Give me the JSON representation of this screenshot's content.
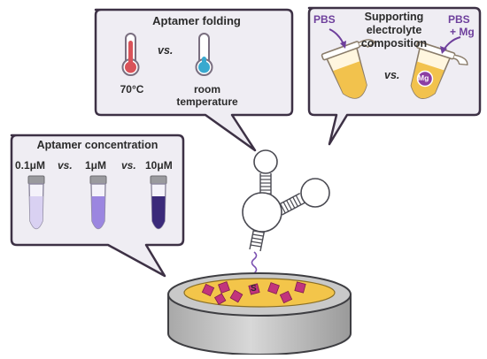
{
  "folding": {
    "title": "Aptamer folding",
    "vs": "vs.",
    "hot_label": "70°C",
    "room_line1": "room",
    "room_line2": "temperature"
  },
  "electrolyte": {
    "title_line1": "Supporting",
    "title_line2": "electrolyte",
    "title_line3": "composition",
    "pbs_left": "PBS",
    "pbs_right": "PBS",
    "mg_add": "+ Mg",
    "vs": "vs.",
    "mg_badge": "Mg"
  },
  "concentration": {
    "title": "Aptamer concentration",
    "c1": "0.1μM",
    "vs1": "vs.",
    "c2": "1μM",
    "vs2": "vs.",
    "c3": "10μM"
  },
  "electrode": {
    "thiol_label": "S"
  },
  "colors": {
    "panel_border": "#3d3145",
    "panel_fill": "#efedf3",
    "accent_purple": "#6e3f9c",
    "thermo_hot": "#d9535a",
    "thermo_cold": "#39a9cf",
    "tube_yellow": "#f2c24d",
    "electrode_gold": "#f3c54a",
    "marker_magenta": "#c2347c"
  }
}
